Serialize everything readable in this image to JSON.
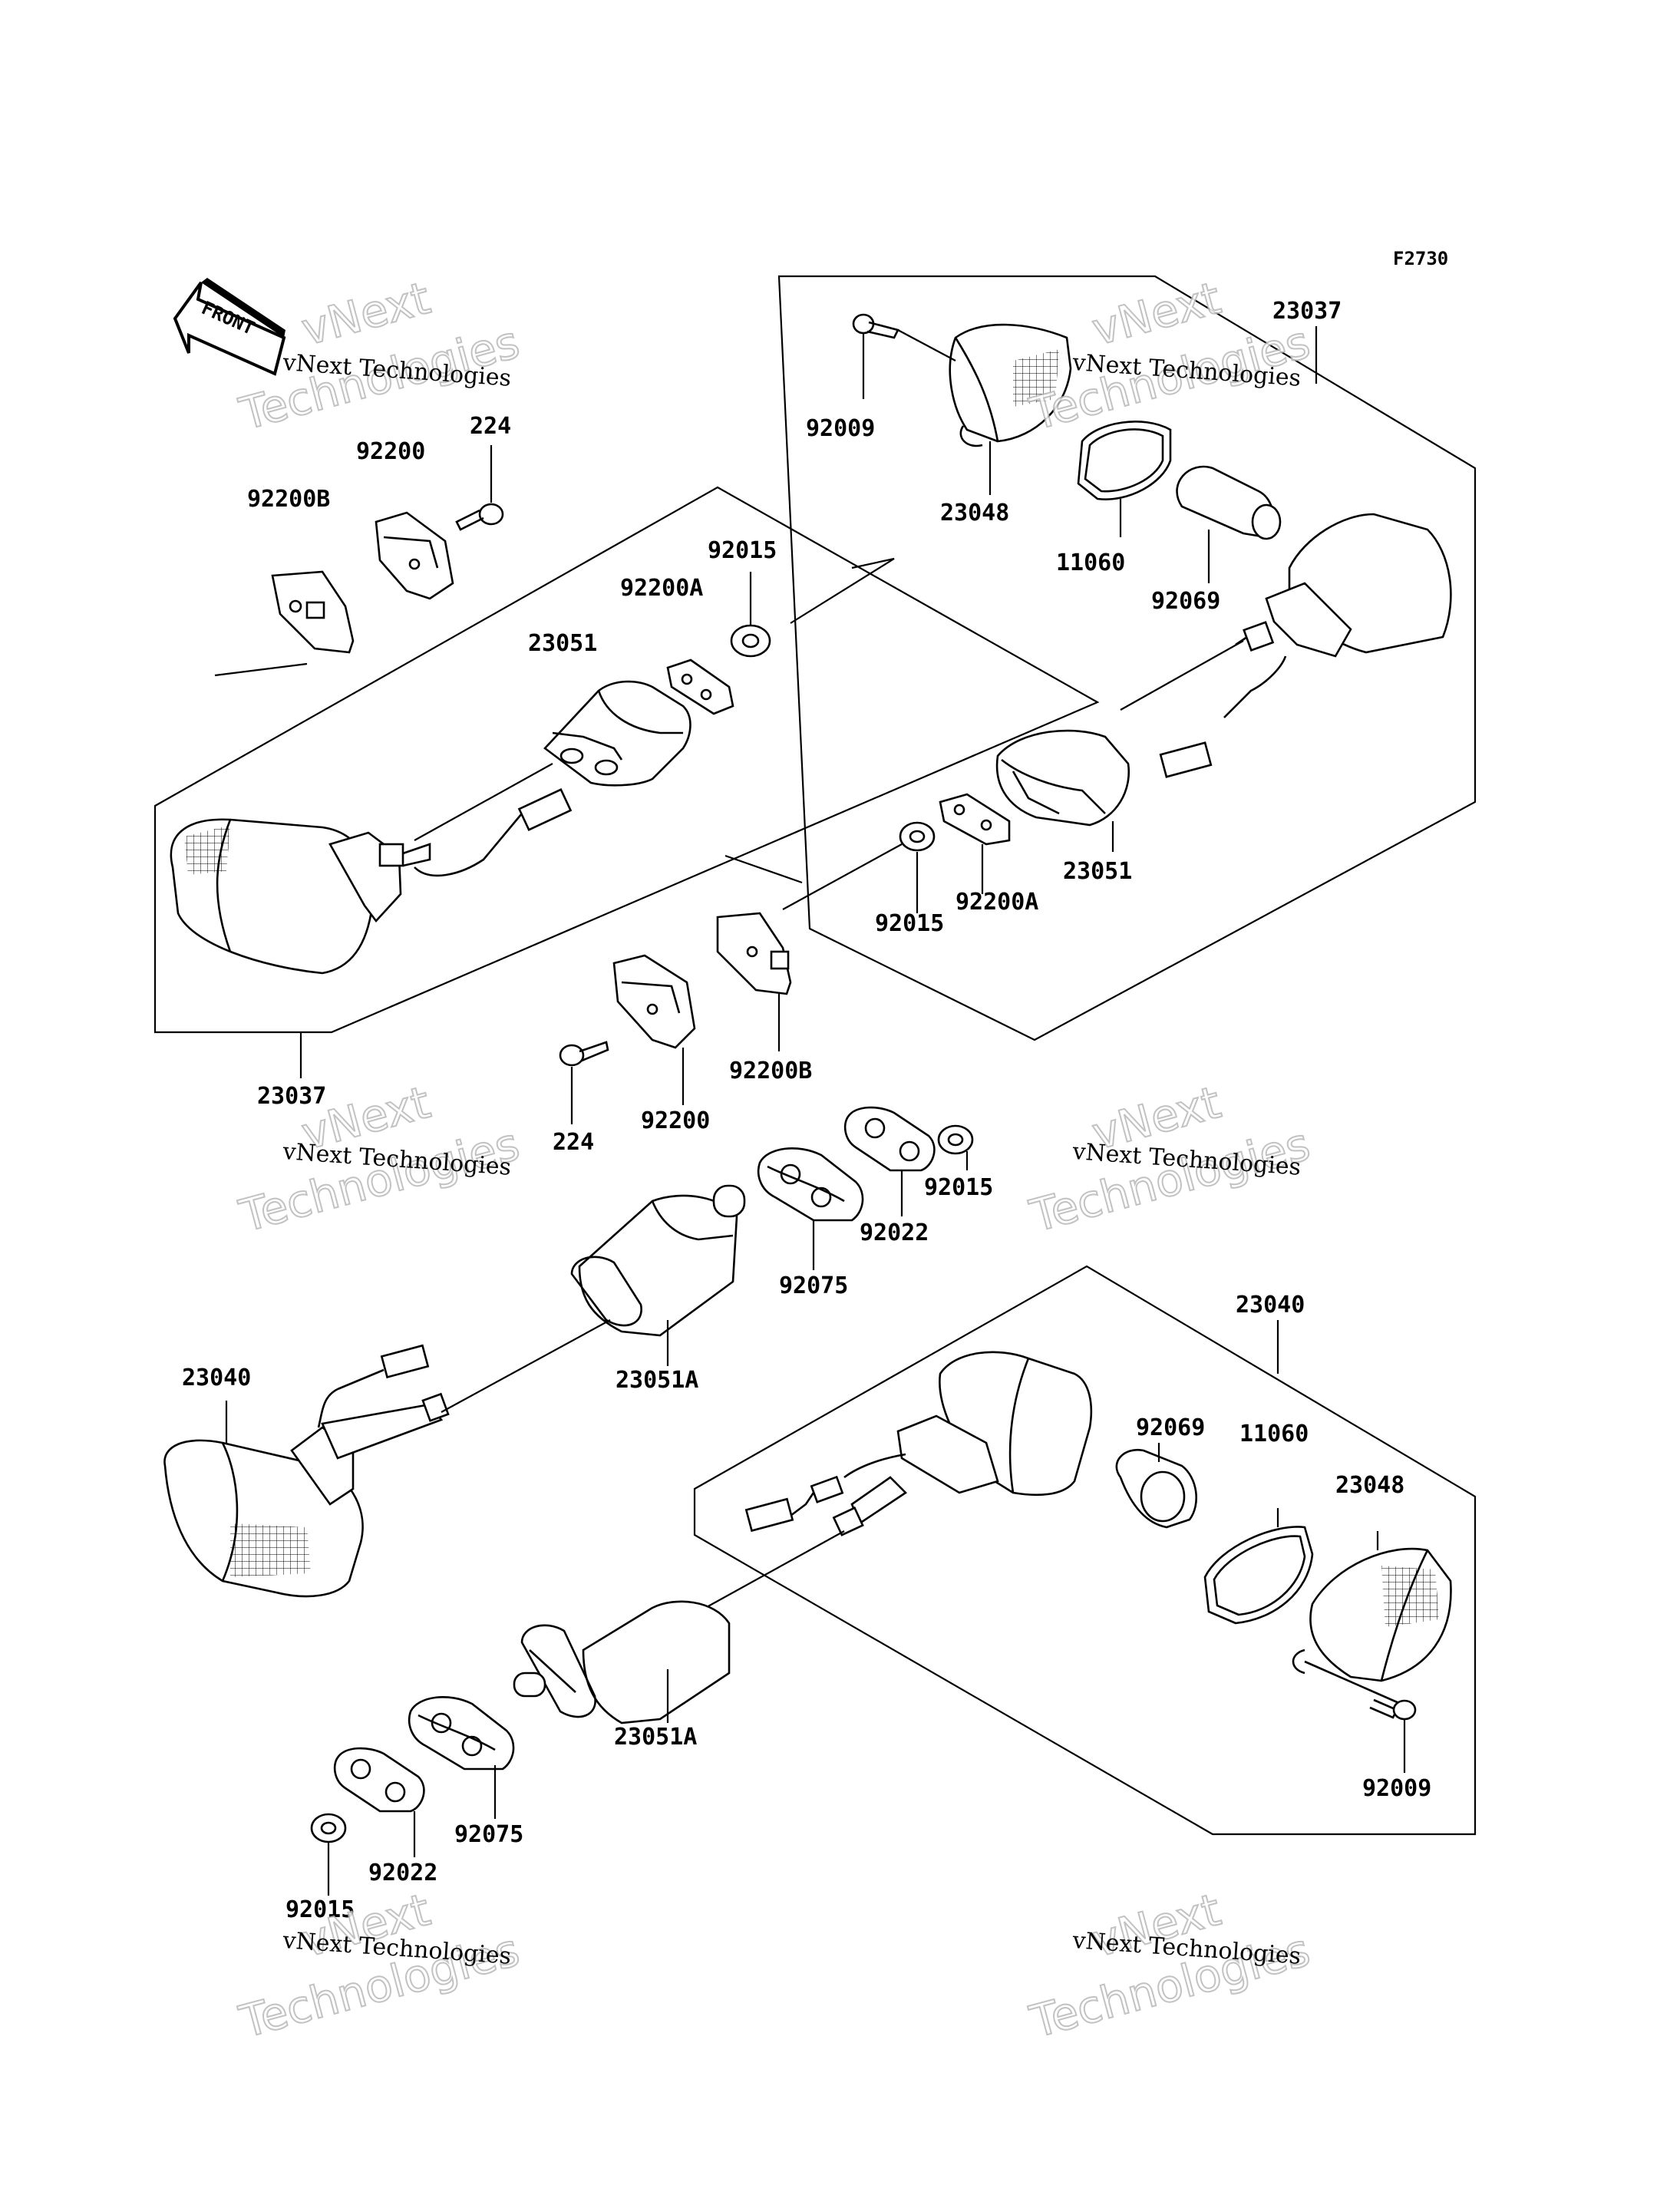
{
  "figure_code": "F2730",
  "front_label": "FRONT",
  "watermark": {
    "line": "vNext Technologies",
    "big_1": "vNext",
    "big_2": "Technologies"
  },
  "labels": {
    "p23037_top": "23037",
    "p92009_top": "92009",
    "p23048_top": "23048",
    "p11060_top": "11060",
    "p92069_top": "92069",
    "p23051_right": "23051",
    "p92015_mid": "92015",
    "p92200A_right": "92200A",
    "p92200B_mid": "92200B",
    "p92200_mid": "92200",
    "p224_mid": "224",
    "p23037_left": "23037",
    "p224_top": "224",
    "p92200_top": "92200",
    "p92200B_top": "92200B",
    "p92015_top": "92015",
    "p92200A_top": "92200A",
    "p23051_left": "23051",
    "p92015_r": "92015",
    "p92022_r": "92022",
    "p92075_r": "92075",
    "p23051A_mid": "23051A",
    "p23040_left": "23040",
    "p23040_right": "23040",
    "p92069_bot": "92069",
    "p11060_bot": "11060",
    "p23048_bot": "23048",
    "p92009_bot": "92009",
    "p23051A_bot": "23051A",
    "p92075_bot": "92075",
    "p92022_bot": "92022",
    "p92015_bot": "92015"
  }
}
